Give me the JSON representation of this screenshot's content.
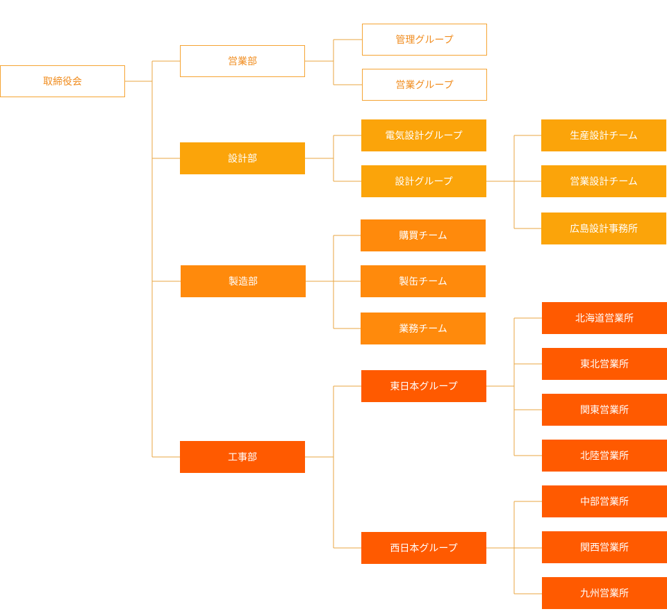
{
  "org_chart": {
    "board": "取締役会",
    "departments": {
      "sales": {
        "name": "営業部",
        "groups": [
          "管理グループ",
          "営業グループ"
        ]
      },
      "design": {
        "name": "設計部",
        "groups": [
          "電気設計グループ",
          "設計グループ"
        ],
        "teams": [
          "生産設計チーム",
          "営業設計チーム",
          "広島設計事務所"
        ]
      },
      "manufacturing": {
        "name": "製造部",
        "teams": [
          "購買チーム",
          "製缶チーム",
          "業務チーム"
        ]
      },
      "construction": {
        "name": "工事部",
        "east": {
          "name": "東日本グループ",
          "offices": [
            "北海道営業所",
            "東北営業所",
            "関東営業所",
            "北陸営業所"
          ]
        },
        "west": {
          "name": "西日本グループ",
          "offices": [
            "中部営業所",
            "関西営業所",
            "九州営業所"
          ]
        }
      }
    }
  },
  "colors": {
    "outline_border": "#f5a331",
    "outline_text": "#f08c1e",
    "design_fill": "#fba40a",
    "manufacturing_fill": "#ff8a0c",
    "construction_fill": "#ff5a00",
    "connector": "#e8a640"
  }
}
